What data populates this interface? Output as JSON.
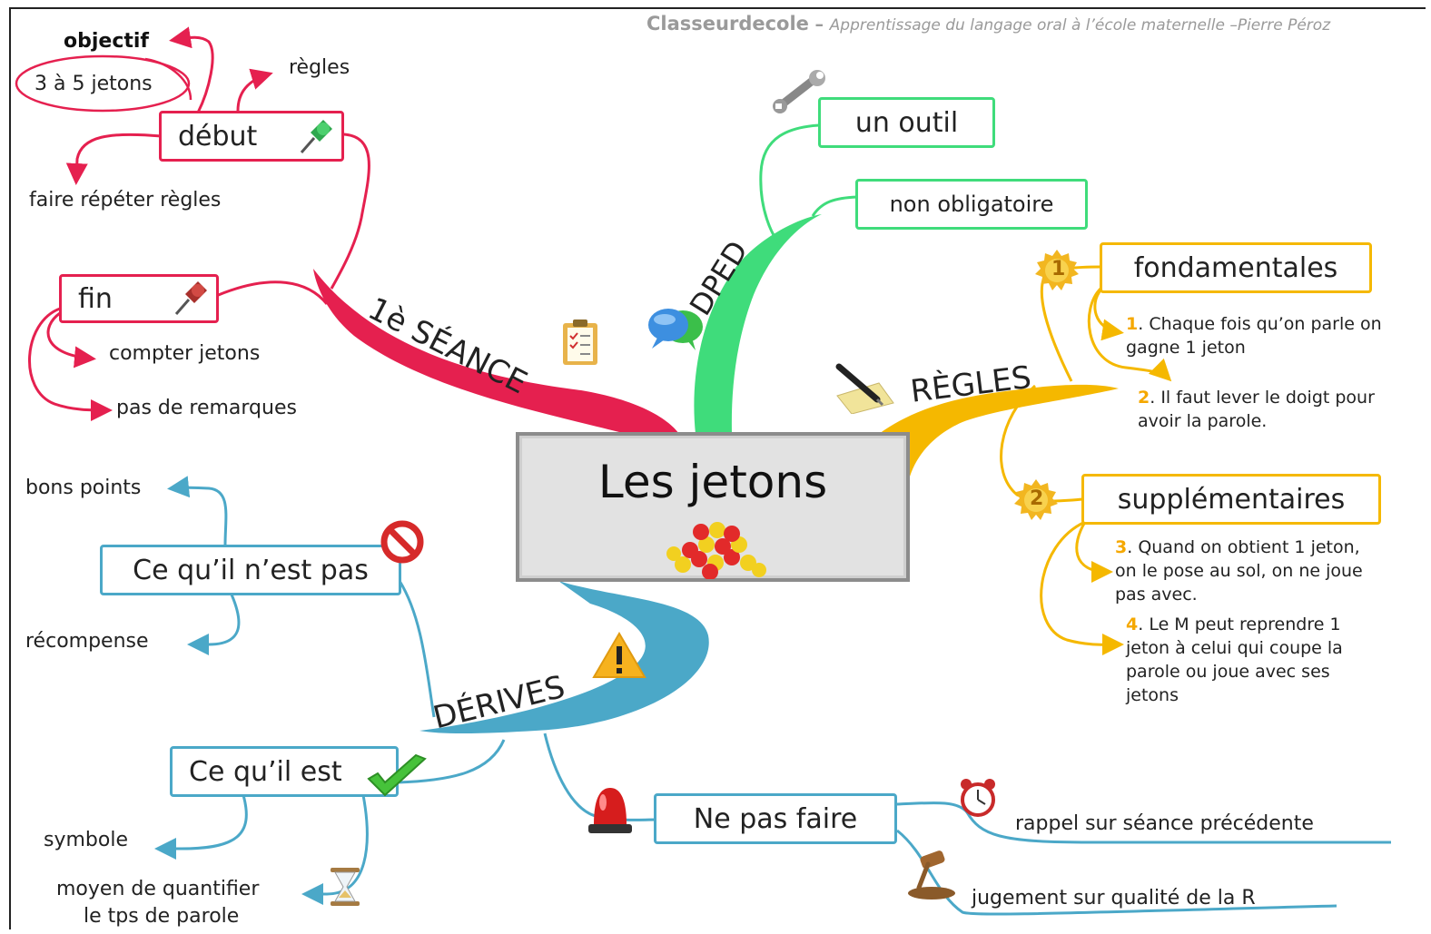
{
  "header": {
    "brand": "Classeurdecole",
    "dash": " – ",
    "subtitle": "Apprentissage du langage oral à l’école maternelle –Pierre Péroz"
  },
  "center": {
    "title": "Les jetons"
  },
  "branches": {
    "seance": {
      "label": "1è SÉANCE",
      "color": "#e5204f",
      "debut": {
        "label": "début",
        "objectif": "objectif",
        "objectif_value": "3 à 5 jetons",
        "regles": "règles",
        "repeter": "faire répéter  règles"
      },
      "fin": {
        "label": "fin",
        "compter": "compter jetons",
        "remarques": "pas de remarques"
      }
    },
    "dped": {
      "label": "DPED",
      "color": "#3fdc7b",
      "outil": "un outil",
      "non_obligatoire": "non obligatoire"
    },
    "regles": {
      "label": "RÈGLES",
      "color": "#f5b800",
      "fondamentales": "fondamentales",
      "supplementaires": "supplémentaires",
      "badge1": "1",
      "badge2": "2",
      "rules": [
        {
          "num": "1",
          "line1": ". Chaque fois qu’on parle on",
          "line2": "gagne 1 jeton"
        },
        {
          "num": "2",
          "line1": ". Il faut lever le doigt pour",
          "line2": "avoir la parole."
        },
        {
          "num": "3",
          "line1": ". Quand on obtient 1 jeton,",
          "line2": "on le pose au sol, on ne joue",
          "line3": "pas avec."
        },
        {
          "num": "4",
          "line1": ". Le M peut reprendre 1",
          "line2": "jeton à celui qui coupe la",
          "line3": "parole ou joue avec ses",
          "line4": "jetons"
        }
      ]
    },
    "derives": {
      "label": "DÉRIVES",
      "color": "#4ba8c8",
      "pas": {
        "label": "Ce qu’il n’est pas",
        "bons_points": "bons points",
        "recompense": "récompense"
      },
      "est": {
        "label": "Ce qu’il est",
        "symbole": "symbole",
        "quantifier1": "moyen de quantifier",
        "quantifier2": "le tps de parole"
      },
      "ne_pas_faire": {
        "label": "Ne pas faire",
        "rappel": "rappel sur séance précédente",
        "jugement": "jugement sur qualité de la R"
      }
    }
  }
}
